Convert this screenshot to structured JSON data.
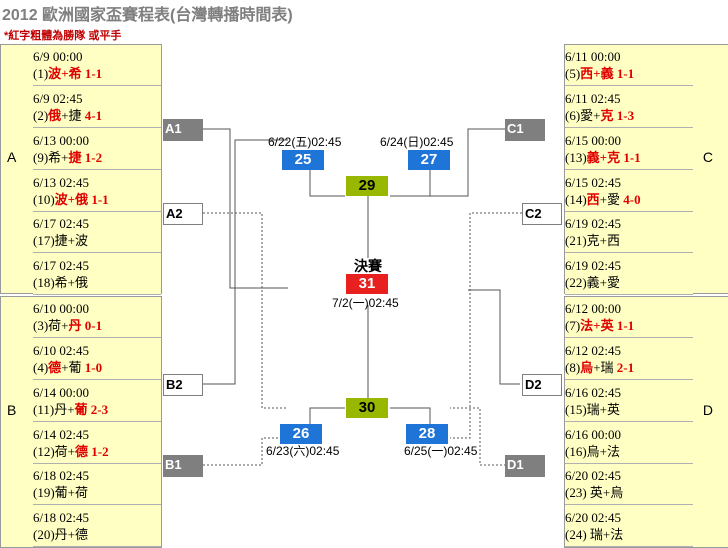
{
  "title": "2012 歐洲國家盃賽程表(台灣轉播時間表)",
  "note": "*紅字粗體為勝隊 或平手",
  "groups": {
    "A": "A",
    "B": "B",
    "C": "C",
    "D": "D"
  },
  "left_matches": [
    {
      "time": "6/9 00:00",
      "pre": "(1)",
      "teams": "波+希",
      "score": "1-1",
      "win": "both"
    },
    {
      "time": "6/9 02:45",
      "pre": "(2)",
      "teams_w": "俄",
      "teams_r": "+捷",
      "score": "4-1",
      "win": "first"
    },
    {
      "time": "6/13 00:00",
      "pre": "(9)",
      "teams_r": "希+",
      "teams_w": "捷",
      "score": "1-2",
      "win": "second"
    },
    {
      "time": "6/13 02:45",
      "pre": "(10)",
      "teams": "波+俄",
      "score": "1-1",
      "win": "both"
    },
    {
      "time": "6/17 02:45",
      "pre": "(17)",
      "plain": "捷+波"
    },
    {
      "time": "6/17 02:45",
      "pre": "(18)",
      "plain": "希+俄"
    },
    {
      "time": "6/10 00:00",
      "pre": "(3)",
      "teams_r": "荷+",
      "teams_w": "丹",
      "score": "0-1",
      "win": "second"
    },
    {
      "time": "6/10 02:45",
      "pre": "(4)",
      "teams_w": "德",
      "teams_r": "+葡",
      "score": "1-0",
      "win": "first"
    },
    {
      "time": "6/14 00:00",
      "pre": "(11)",
      "teams_r": "丹+",
      "teams_w": "葡",
      "score": "2-3",
      "win": "second"
    },
    {
      "time": "6/14 02:45",
      "pre": "(12)",
      "teams_r": "荷+",
      "teams_w": "德",
      "score": "1-2",
      "win": "second"
    },
    {
      "time": "6/18 02:45",
      "pre": "(19)",
      "plain": "葡+荷"
    },
    {
      "time": "6/18 02:45",
      "pre": "(20)",
      "plain": "丹+德"
    }
  ],
  "right_matches": [
    {
      "time": "6/11 00:00",
      "pre": "(5)",
      "teams": "西+義",
      "score": "1-1",
      "win": "both"
    },
    {
      "time": "6/11 02:45",
      "pre": "(6)",
      "teams_r": "愛+",
      "teams_w": "克",
      "score": "1-3",
      "win": "second"
    },
    {
      "time": "6/15 00:00",
      "pre": "(13)",
      "teams": "義+克",
      "score": "1-1",
      "win": "both"
    },
    {
      "time": "6/15 02:45",
      "pre": "(14)",
      "teams_w": "西",
      "teams_r": "+愛",
      "score": "4-0",
      "win": "first"
    },
    {
      "time": "6/19 02:45",
      "pre": "(21)",
      "plain": "克+西"
    },
    {
      "time": "6/19 02:45",
      "pre": "(22)",
      "plain": "義+愛"
    },
    {
      "time": "6/12 00:00",
      "pre": "(7)",
      "teams": "法+英",
      "score": "1-1",
      "win": "both"
    },
    {
      "time": "6/12 02:45",
      "pre": "(8)",
      "teams_w": "烏",
      "teams_r": "+瑞",
      "score": "2-1",
      "win": "first"
    },
    {
      "time": "6/16 02:45",
      "pre": "(15)",
      "plain": "瑞+英"
    },
    {
      "time": "6/16 00:00",
      "pre": "(16)",
      "plain": "烏+法"
    },
    {
      "time": "6/20 02:45",
      "pre": "(23) ",
      "plain": "英+烏"
    },
    {
      "time": "6/20 02:45",
      "pre": "(24) ",
      "plain": "瑞+法"
    }
  ],
  "slots": {
    "A1": "A1",
    "A2": "A2",
    "B2": "B2",
    "B1": "B1",
    "C1": "C1",
    "C2": "C2",
    "D2": "D2",
    "D1": "D1"
  },
  "knockout": {
    "qf25": {
      "num": "25",
      "time": "6/22(五)02:45"
    },
    "qf27": {
      "num": "27",
      "time": "6/24(日)02:45"
    },
    "qf26": {
      "num": "26",
      "time": "6/23(六)02:45"
    },
    "qf28": {
      "num": "28",
      "time": "6/25(一)02:45"
    },
    "sf29": {
      "num": "29"
    },
    "sf30": {
      "num": "30"
    },
    "final": {
      "label": "決賽",
      "num": "31",
      "time": "7/2(一)02:45"
    }
  },
  "colors": {
    "group_fill": "#ffffc4",
    "winner_red": "#e00000",
    "qf_blue": "#1f74d8",
    "sf_green": "#98b800",
    "final_red": "#e82020",
    "slot_dark": "#7f7f7f"
  }
}
